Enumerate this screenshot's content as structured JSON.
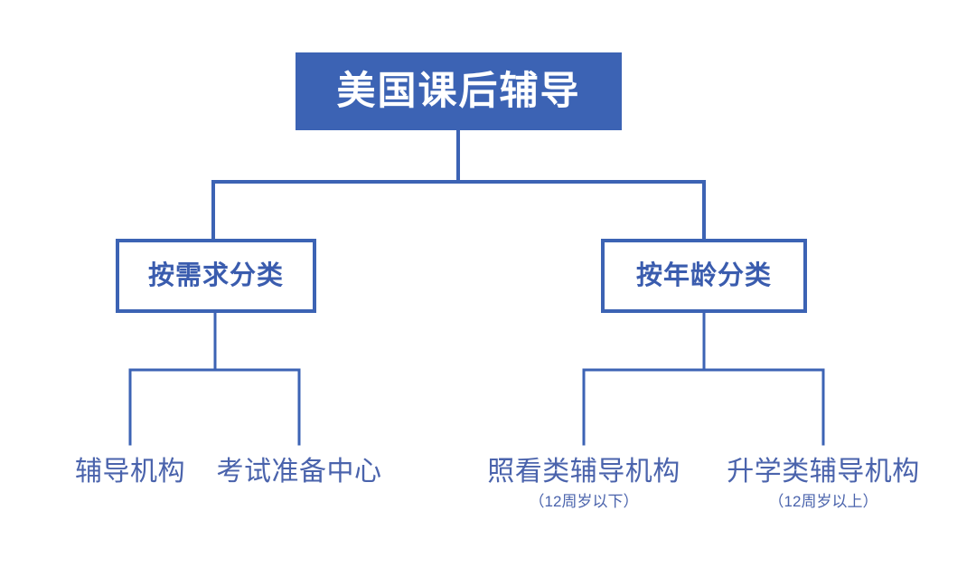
{
  "diagram": {
    "type": "tree-hierarchy",
    "orientation": "top-down",
    "colors": {
      "node_fill": "#3C63B4",
      "node_border": "#3C63B4",
      "connector": "#3C63B4",
      "root_text": "#FFFFFF",
      "mid_text": "#3A5CAE",
      "leaf_text": "#4A63AC",
      "background": "#FFFFFF"
    },
    "root": {
      "label": "美国课后辅导"
    },
    "branches": [
      {
        "label": "按需求分类",
        "children": [
          {
            "title": "辅导机构",
            "subtitle": ""
          },
          {
            "title": "考试准备中心",
            "subtitle": ""
          }
        ]
      },
      {
        "label": "按年龄分类",
        "children": [
          {
            "title": "照看类辅导机构",
            "subtitle": "（12周岁以下）"
          },
          {
            "title": "升学类辅导机构",
            "subtitle": "（12周岁以上）"
          }
        ]
      }
    ]
  }
}
